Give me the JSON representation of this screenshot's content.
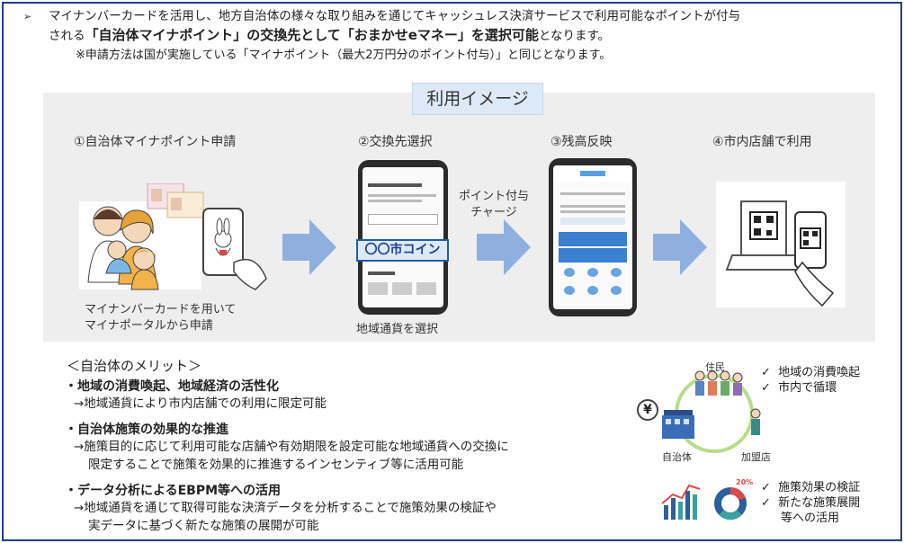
{
  "intro": {
    "bullet": "➢",
    "line1": "マイナンバーカードを活用し、地方自治体の様々な取り組みを通じてキャッシュレス決済サービスで利用可能なポイントが付与",
    "line2_a": "される",
    "line2_b": "「自治体マイナポイント」の交換先として「おまかせeマネー」を選択可能",
    "line2_c": "となります。",
    "note": "※申請方法は国が実施している「マイナポイント（最大2万円分のポイント付与）」と同じとなります。"
  },
  "panel": {
    "title": "利用イメージ",
    "steps": [
      {
        "label": "①自治体マイナポイント申請"
      },
      {
        "label": "②交換先選択"
      },
      {
        "label": "③残高反映"
      },
      {
        "label": "④市内店舗で利用"
      }
    ],
    "step1_caption_1": "マイナンバーカードを用いて",
    "step1_caption_2": "マイナポータルから申請",
    "step2_caption": "地域通貨を選択",
    "coin_label": "〇〇市コイン",
    "charge_1": "ポイント付与",
    "charge_2": "チャージ"
  },
  "merits": {
    "heading": "＜自治体のメリット＞",
    "items": [
      {
        "title": "・地域の消費喚起、地域経済の活性化",
        "sub1": "→地域通貨により市内店舗での利用に限定可能",
        "sub2": ""
      },
      {
        "title": "・自治体施策の効果的な推進",
        "sub1": "→施策目的に応じて利用可能な店舗や有効期限を設定可能な地域通貨への交換に",
        "sub2": "限定することで施策を効果的に推進するインセンティブ等に活用可能"
      },
      {
        "title": "・データ分析によるEBPM等への活用",
        "sub1": "→地域通貨を通じて取得可能な決済データを分析することで施策効果の検証や",
        "sub2": "実データに基づく新たな施策の展開が可能"
      }
    ]
  },
  "diagram": {
    "residents": "住民",
    "municipality": "自治体",
    "store": "加盟店",
    "yen": "¥",
    "checks_top": [
      "地域の消費喚起",
      "市内で循環"
    ],
    "checks_bottom": [
      "施策効果の検証",
      "新たな施策展開",
      "等への活用"
    ],
    "check_mark": "✓",
    "donut_pct": "20%"
  },
  "colors": {
    "accent": "#1f3f8f",
    "arrow": "#8fb0de",
    "panel": "#eeeeee"
  }
}
